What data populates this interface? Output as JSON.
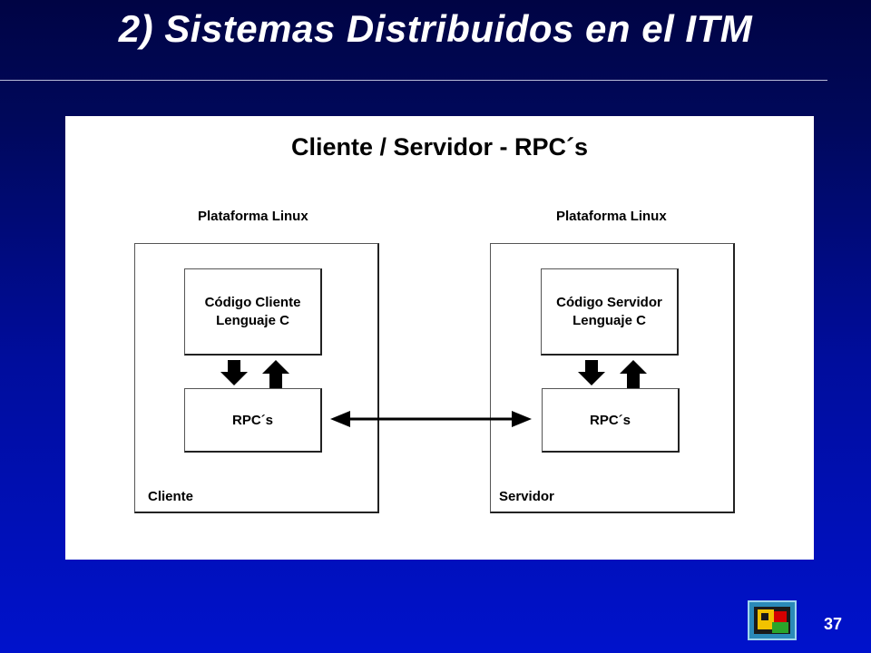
{
  "slide": {
    "title": "2) Sistemas Distribuidos en el ITM",
    "number": "37"
  },
  "diagram": {
    "title": "Cliente / Servidor - RPC´s",
    "client": {
      "platform": "Plataforma Linux",
      "code": "Código Cliente\nLenguaje C",
      "rpc": "RPC´s",
      "label": "Cliente"
    },
    "server": {
      "platform": "Plataforma Linux",
      "code": "Código Servidor\nLenguaje C",
      "rpc": "RPC´s",
      "label": "Servidor"
    }
  },
  "colors": {
    "background_top": "#000444",
    "background_bottom": "#0012cc",
    "panel": "#ffffff",
    "text_light": "#ffffff",
    "text_dark": "#000000"
  },
  "icons": {
    "logo": "institution-logo-icon"
  }
}
